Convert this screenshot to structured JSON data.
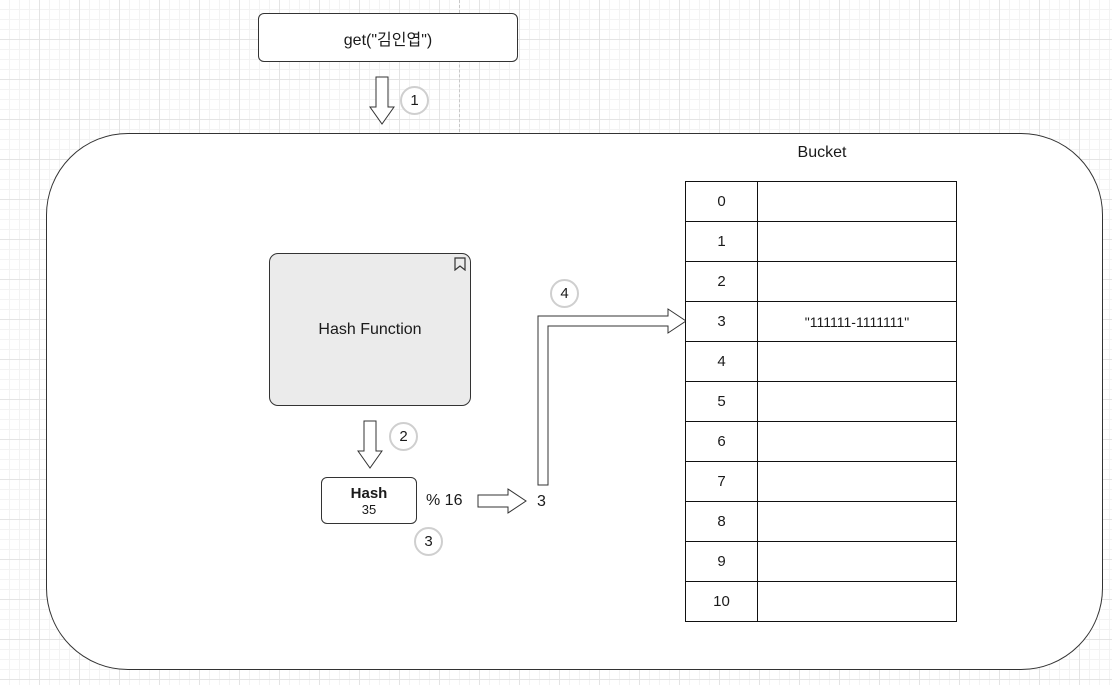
{
  "call": {
    "label": "get(\"김인엽\")"
  },
  "steps": [
    "1",
    "2",
    "3",
    "4"
  ],
  "hash_function": {
    "label": "Hash Function"
  },
  "hash": {
    "title": "Hash",
    "value": "35"
  },
  "modulo": {
    "label": "% 16"
  },
  "result": {
    "label": "3"
  },
  "bucket": {
    "title": "Bucket",
    "rows": [
      {
        "index": "0",
        "value": ""
      },
      {
        "index": "1",
        "value": ""
      },
      {
        "index": "2",
        "value": ""
      },
      {
        "index": "3",
        "value": "\"111111-1111111\""
      },
      {
        "index": "4",
        "value": ""
      },
      {
        "index": "5",
        "value": ""
      },
      {
        "index": "6",
        "value": ""
      },
      {
        "index": "7",
        "value": ""
      },
      {
        "index": "8",
        "value": ""
      },
      {
        "index": "9",
        "value": ""
      },
      {
        "index": "10",
        "value": ""
      }
    ]
  },
  "colors": {
    "stroke": "#333333",
    "hash_function_fill": "#ebebeb",
    "step_circle_border": "#cfcfcf",
    "grid": "#e4e4e4"
  },
  "icons": {
    "hash_function_corner": "bookmark-icon"
  }
}
